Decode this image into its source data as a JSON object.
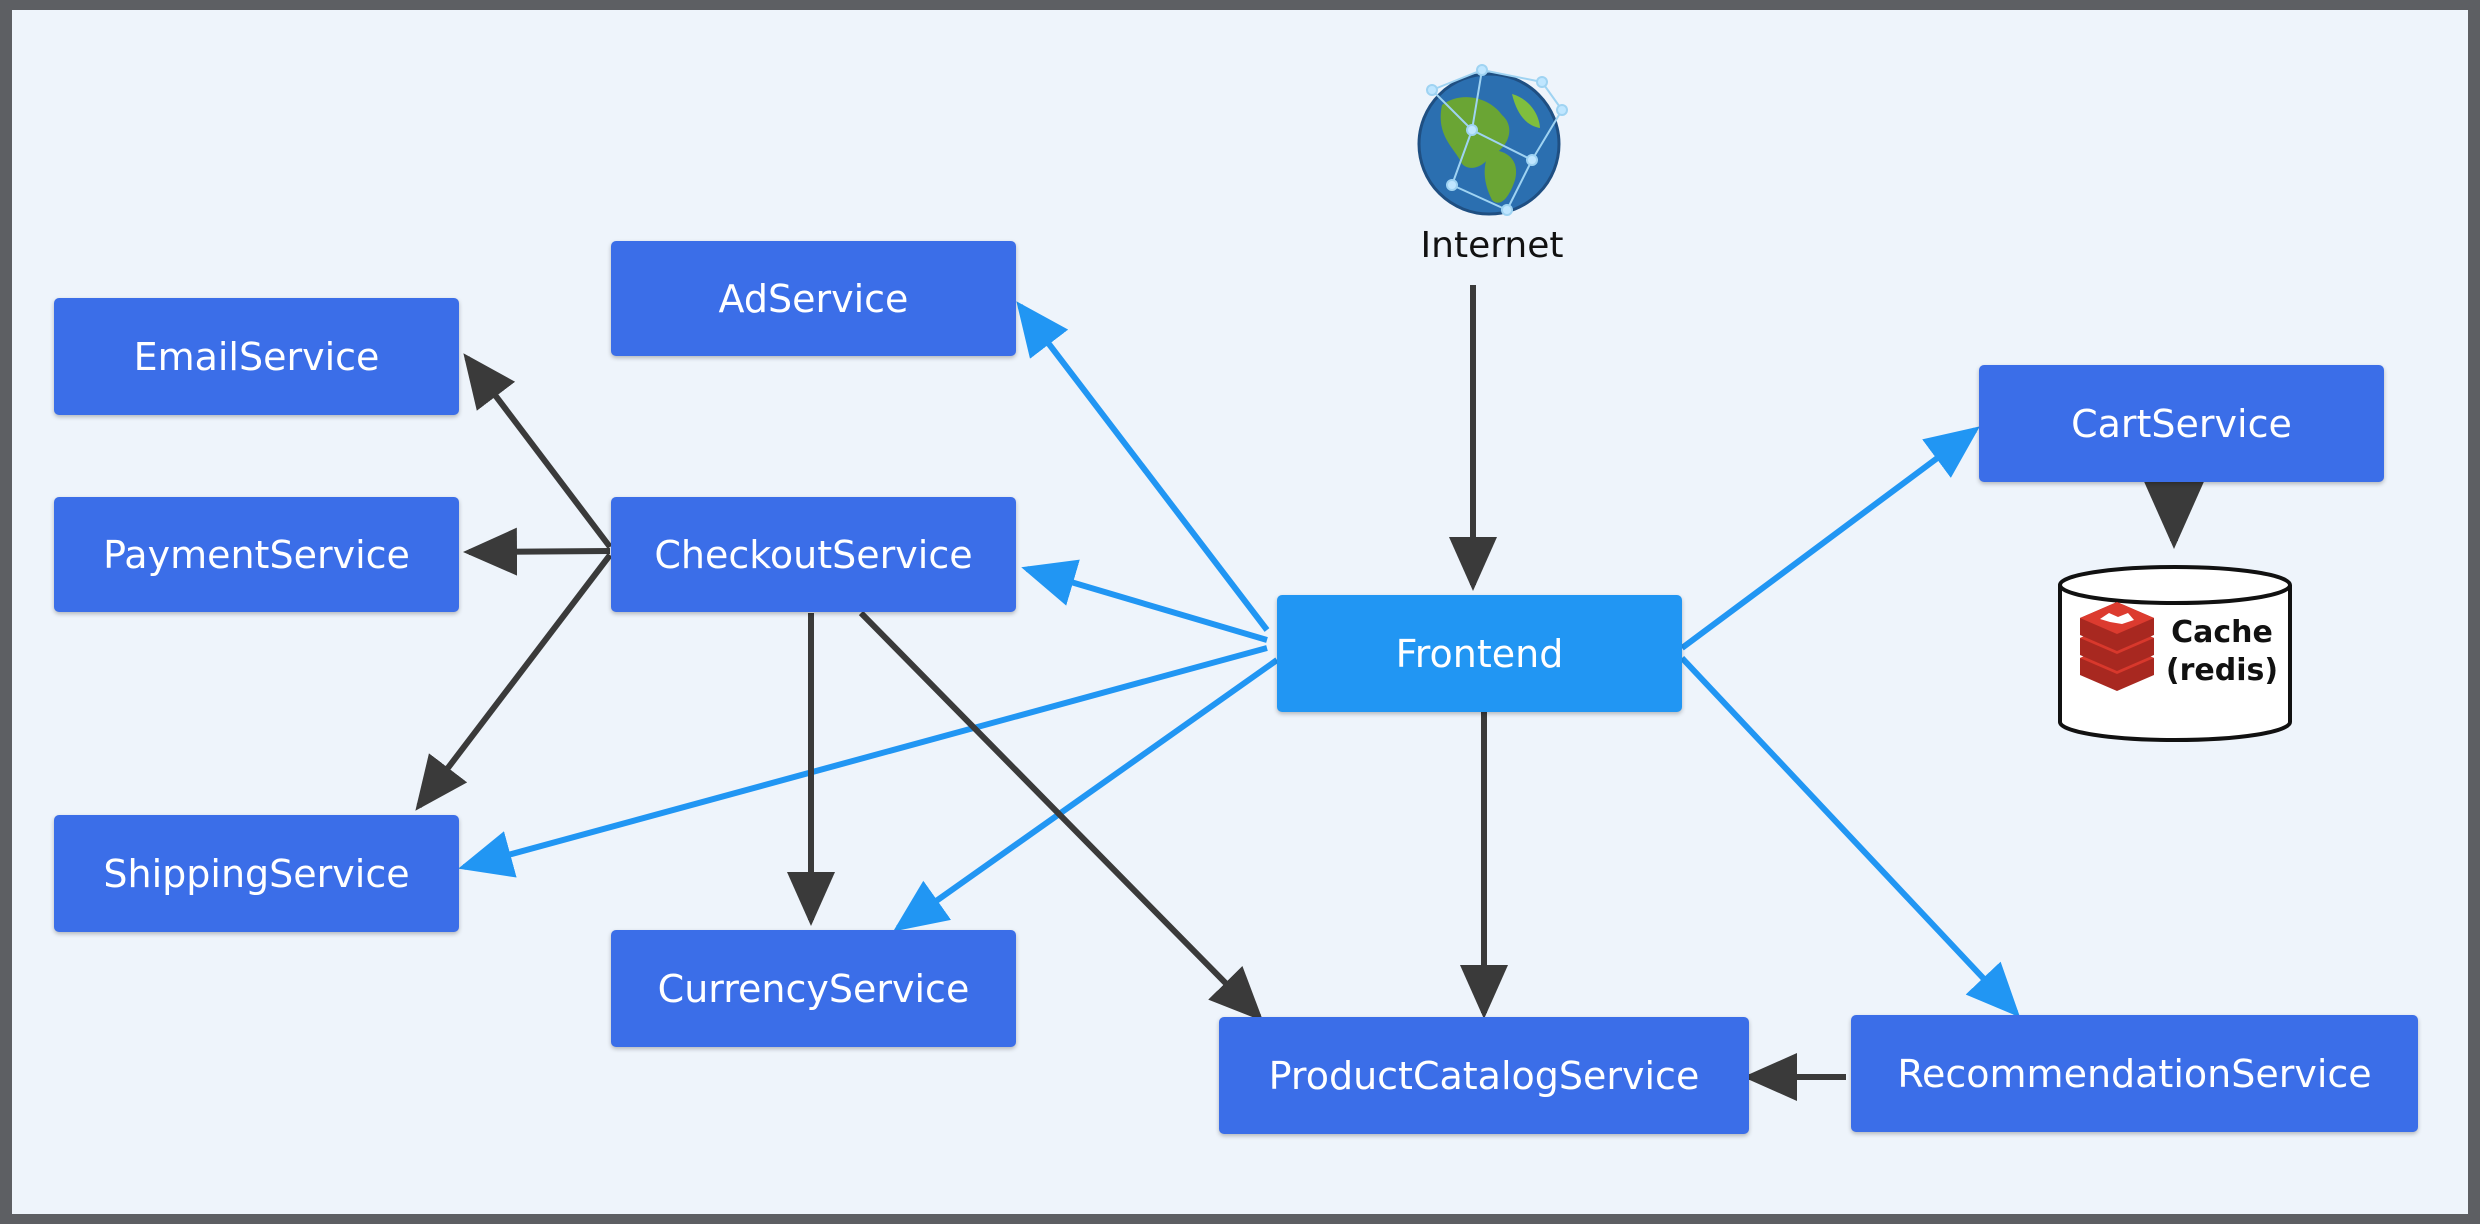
{
  "diagram": {
    "internet_label": "Internet",
    "nodes": {
      "ad": "AdService",
      "email": "EmailService",
      "checkout": "CheckoutService",
      "payment": "PaymentService",
      "shipping": "ShippingService",
      "currency": "CurrencyService",
      "frontend": "Frontend",
      "productcatalog": "ProductCatalogService",
      "recommendation": "RecommendationService",
      "cart": "CartService"
    },
    "cache": {
      "line1": "Cache",
      "line2": "(redis)"
    }
  },
  "colors": {
    "service_box": "#3b6ee8",
    "frontend_box": "#2196f3",
    "frontend_edge": "#2196f3",
    "internal_edge": "#3a3a3a"
  },
  "icons": {
    "internet": "globe-network-icon",
    "cache": "redis-icon"
  }
}
